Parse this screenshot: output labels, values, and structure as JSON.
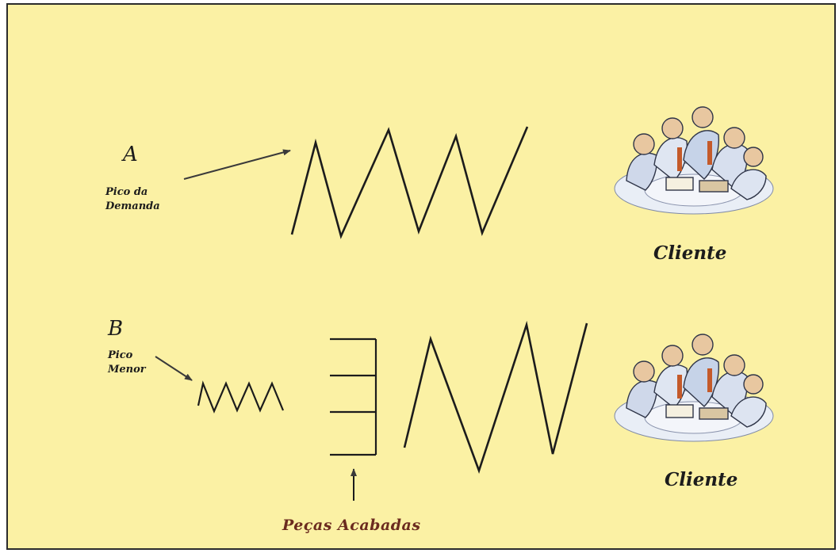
{
  "section_a": {
    "letter": "A",
    "label_line1": "Pico da",
    "label_line2": "Demanda",
    "customer_label": "Cliente",
    "customer_icon": "people-meeting-icon"
  },
  "section_b": {
    "letter": "B",
    "label_line1": "Pico",
    "label_line2": "Menor",
    "customer_label": "Cliente",
    "customer_icon": "people-meeting-icon",
    "inventory_label": "Peças Acabadas"
  },
  "colors": {
    "background": "#fbf1a4",
    "line": "#1c1c1c",
    "inventory_text": "#6b2b1f"
  }
}
